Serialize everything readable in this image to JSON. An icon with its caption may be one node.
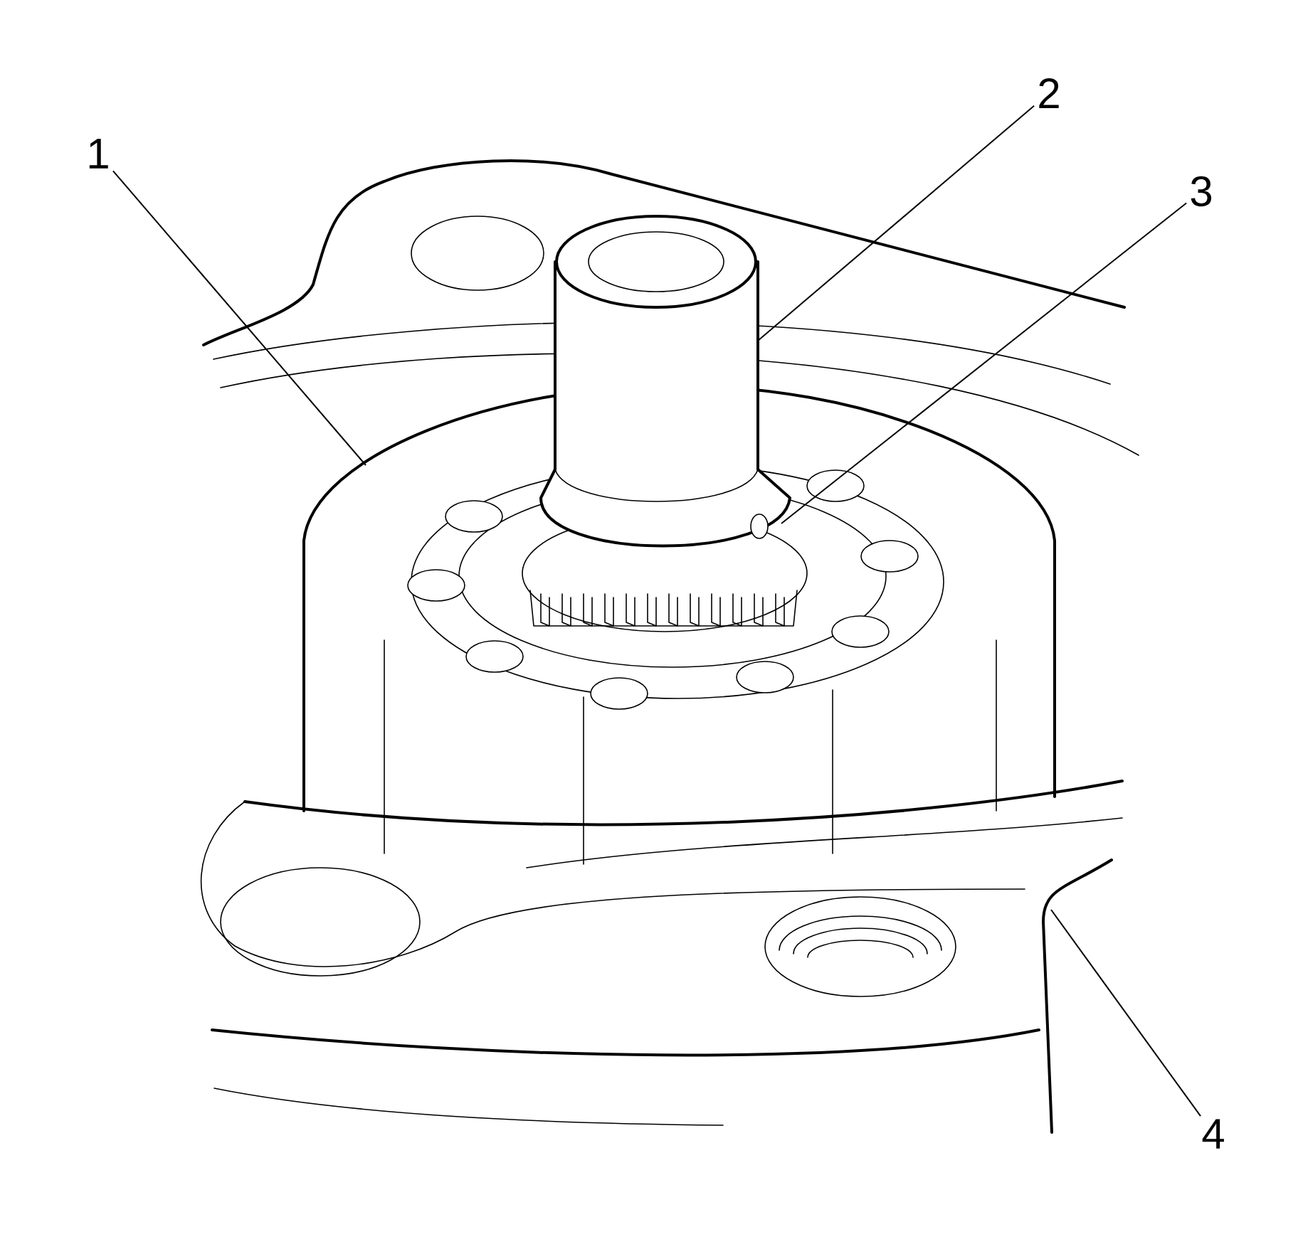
{
  "diagram": {
    "nodes": [
      {
        "text": [
          "1"
        ]
      },
      {
        "text": [
          "2"
        ]
      },
      {
        "text": [
          "3"
        ]
      },
      {
        "text": [
          "4"
        ]
      }
    ],
    "edges": [
      {
        "from": 0,
        "to": null,
        "arrow": "none"
      },
      {
        "from": 1,
        "to": null,
        "arrow": "none"
      },
      {
        "from": 2,
        "to": null,
        "arrow": "none"
      },
      {
        "from": 3,
        "to": null,
        "arrow": "none"
      }
    ]
  }
}
